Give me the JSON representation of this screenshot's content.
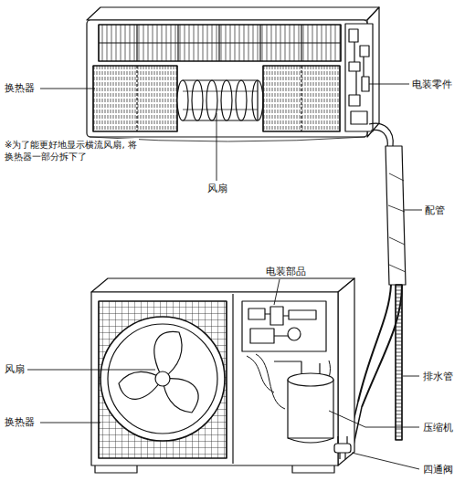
{
  "diagram": {
    "labels": [
      "换热器",
      "电装零件",
      "※为了能更好地显示横流风扇, 将换热器一部分拆下了",
      "风扇",
      "配管",
      "电装部品",
      "风扇",
      "排水管",
      "换热器",
      "压缩机",
      "四通阀"
    ]
  }
}
